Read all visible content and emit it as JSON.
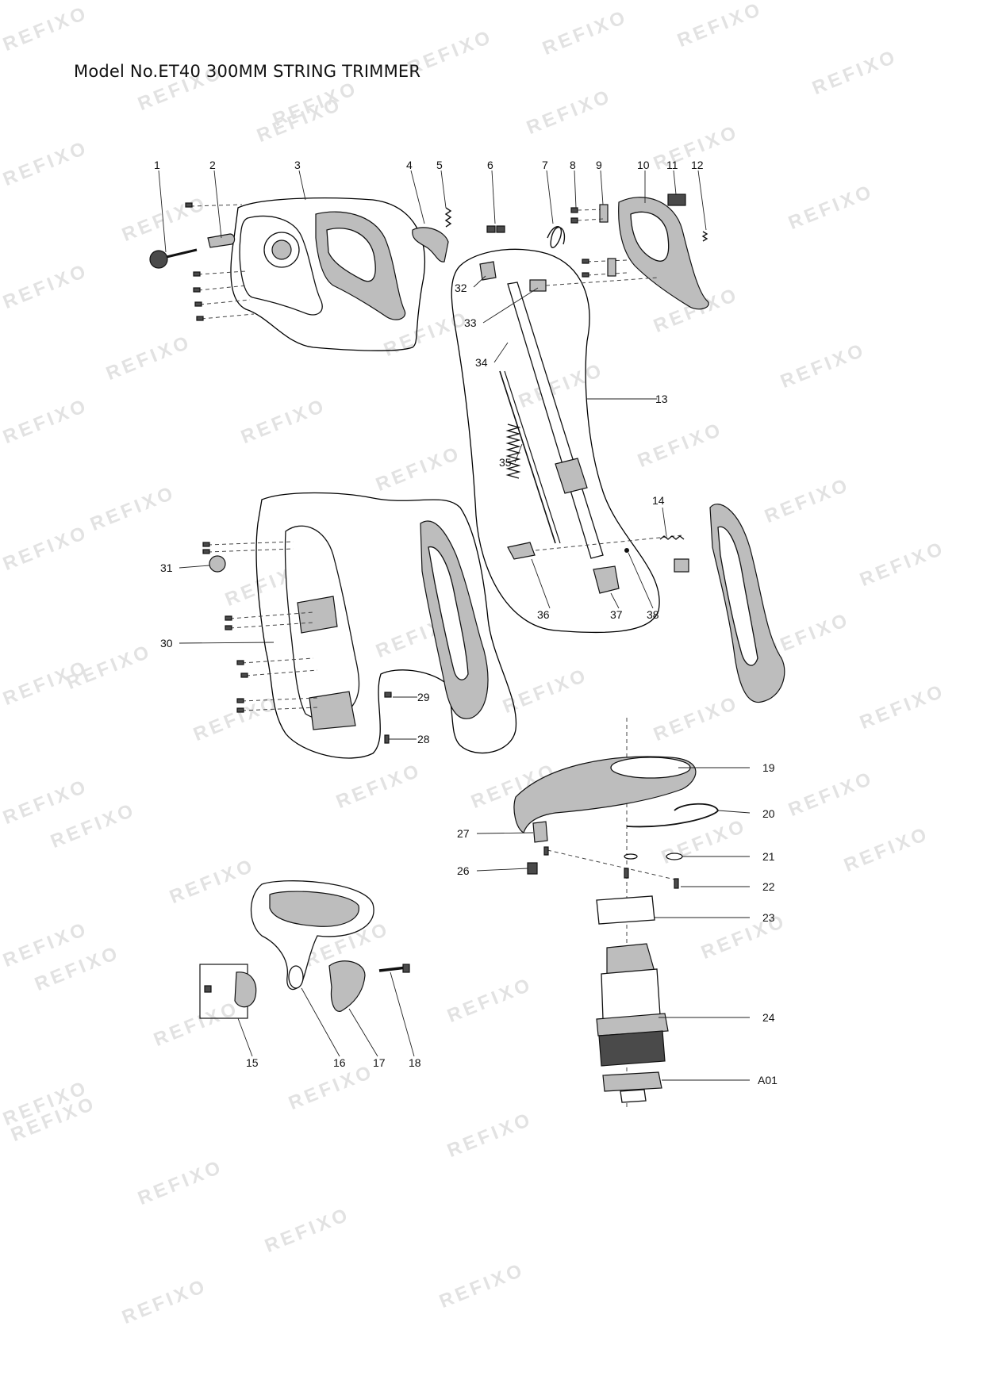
{
  "title": "Model No.ET40 300MM STRING TRIMMER",
  "watermark": {
    "text": "REFIXO",
    "color": "#e2e2e2"
  },
  "callouts": {
    "c1": "1",
    "c2": "2",
    "c3": "3",
    "c4": "4",
    "c5": "5",
    "c6": "6",
    "c7": "7",
    "c8": "8",
    "c9": "9",
    "c10": "10",
    "c11": "11",
    "c12": "12",
    "c13": "13",
    "c14": "14",
    "c15": "15",
    "c16": "16",
    "c17": "17",
    "c18": "18",
    "c19": "19",
    "c20": "20",
    "c21": "21",
    "c22": "22",
    "c23": "23",
    "c24": "24",
    "c26": "26",
    "c27": "27",
    "c28": "28",
    "c29": "29",
    "c30": "30",
    "c31": "31",
    "c32": "32",
    "c33": "33",
    "c34": "34",
    "c35": "35",
    "c36": "36",
    "c37": "37",
    "c38": "38",
    "cA01": "A01"
  }
}
